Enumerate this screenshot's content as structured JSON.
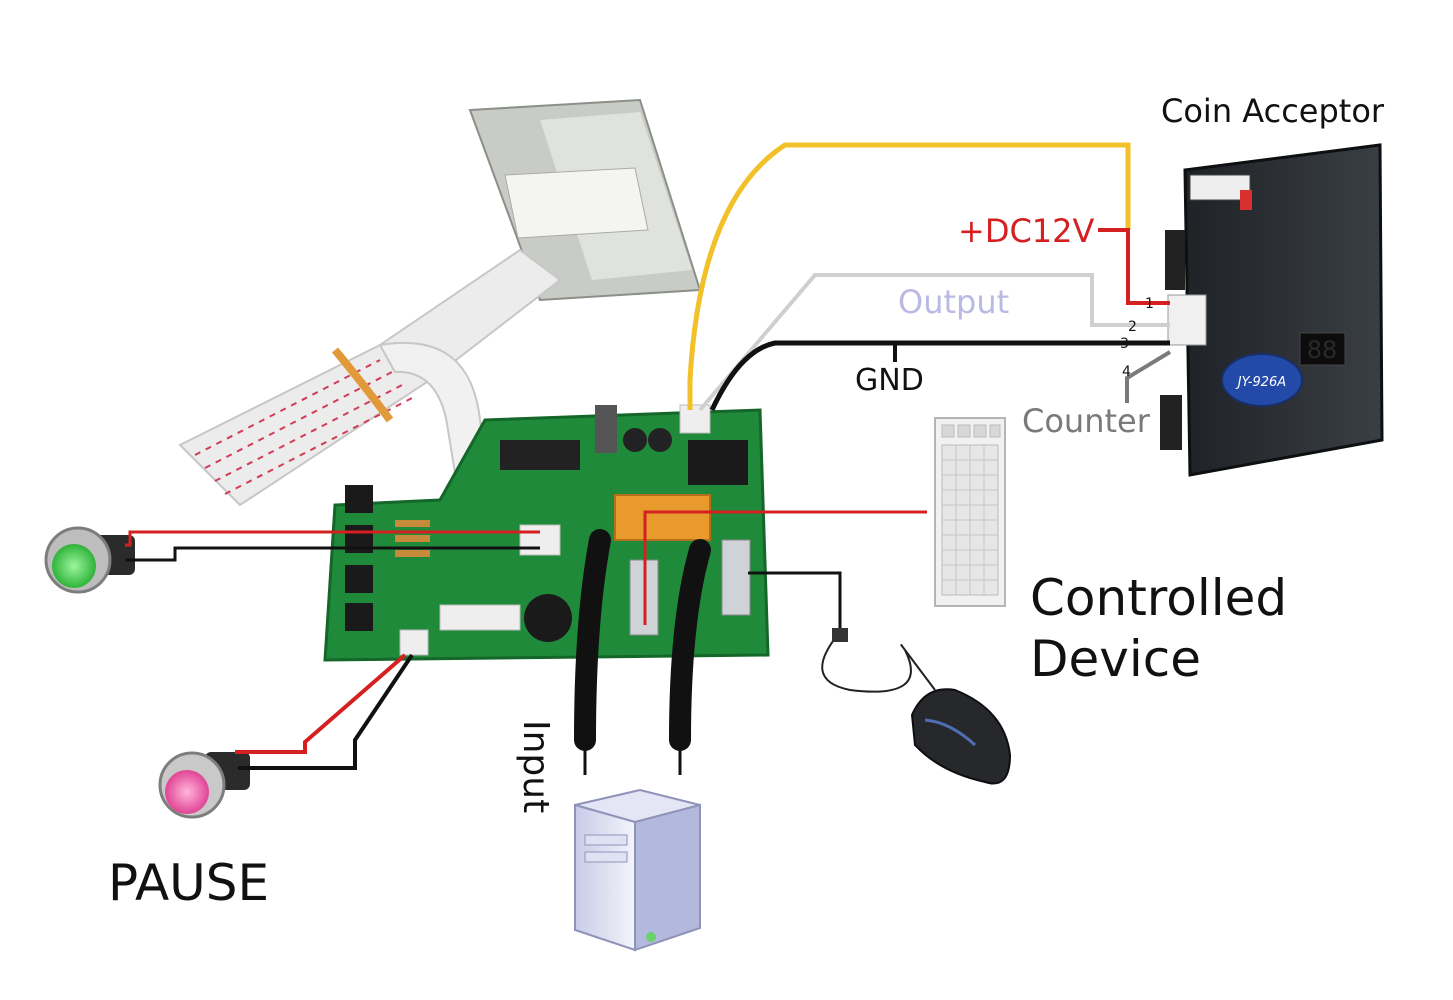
{
  "labels": {
    "coin_acceptor": "Coin Acceptor",
    "dc12v": "+DC12V",
    "output": "Output",
    "gnd": "GND",
    "counter": "Counter",
    "controlled_device": [
      "Controlled",
      "Device"
    ],
    "input": "Input",
    "pause": "PAUSE"
  },
  "pins": [
    "1",
    "2",
    "3",
    "4"
  ],
  "device_text": {
    "coin_model": "JY-926A",
    "display": "88"
  },
  "colors": {
    "dc12v_label": "#d42020",
    "output_label": "#b9b9e4",
    "counter_label": "#7a7a7a",
    "wire_yellow": "#f2c029",
    "wire_red": "#d42020",
    "wire_white": "#d8d8d8",
    "wire_black": "#111111",
    "pcb_green": "#1f8a3a",
    "pause_button_pink": "#ee5fa8",
    "start_button_green": "#4fd05a"
  }
}
